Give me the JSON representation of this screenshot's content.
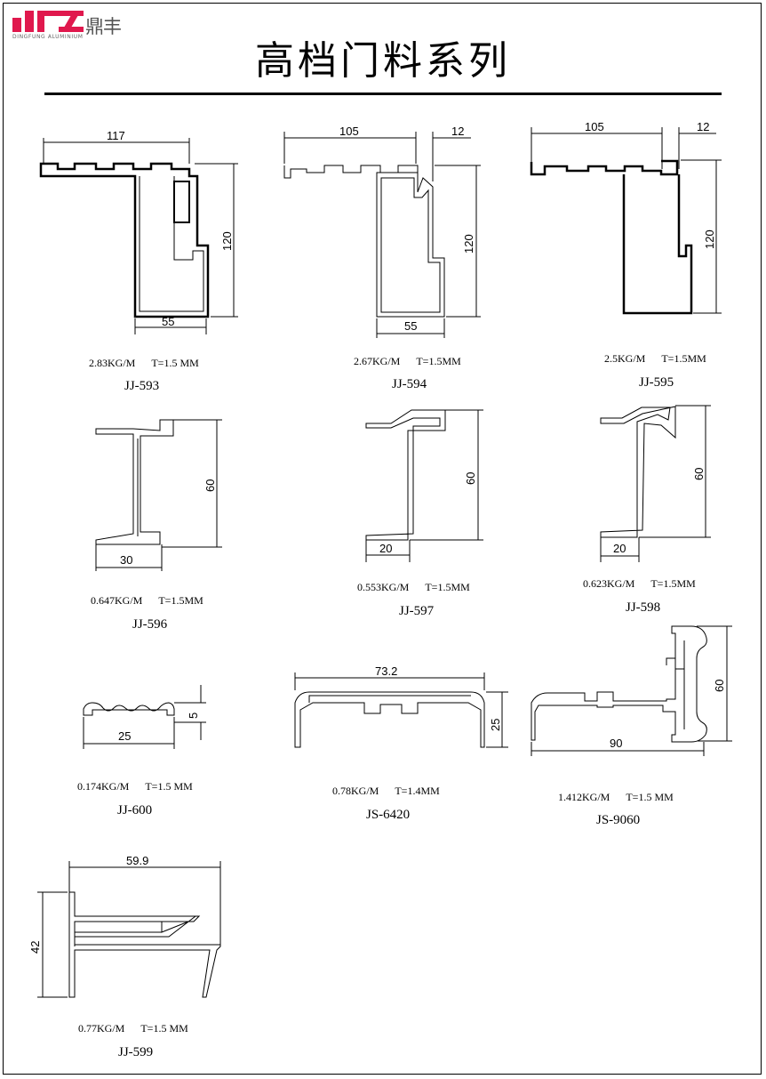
{
  "header": {
    "logo_text": "dFZ",
    "logo_cn": "鼎丰",
    "logo_sub": "DINGFUNG ALUMINIUM",
    "title": "高档门料系列",
    "brand_color": "#e0184d"
  },
  "profiles": [
    {
      "code": "JJ-593",
      "weight": "2.83KG/M",
      "thickness": "T=1.5 MM",
      "dims": [
        "117",
        "120",
        "55"
      ]
    },
    {
      "code": "JJ-594",
      "weight": "2.67KG/M",
      "thickness": "T=1.5MM",
      "dims": [
        "105",
        "12",
        "120",
        "55"
      ]
    },
    {
      "code": "JJ-595",
      "weight": "2.5KG/M",
      "thickness": "T=1.5MM",
      "dims": [
        "105",
        "12",
        "120"
      ]
    },
    {
      "code": "JJ-596",
      "weight": "0.647KG/M",
      "thickness": "T=1.5MM",
      "dims": [
        "60",
        "30"
      ]
    },
    {
      "code": "JJ-597",
      "weight": "0.553KG/M",
      "thickness": "T=1.5MM",
      "dims": [
        "60",
        "20"
      ]
    },
    {
      "code": "JJ-598",
      "weight": "0.623KG/M",
      "thickness": "T=1.5MM",
      "dims": [
        "60",
        "20"
      ]
    },
    {
      "code": "JJ-600",
      "weight": "0.174KG/M",
      "thickness": "T=1.5 MM",
      "dims": [
        "5",
        "25"
      ]
    },
    {
      "code": "JS-6420",
      "weight": "0.78KG/M",
      "thickness": "T=1.4MM",
      "dims": [
        "73.2",
        "25"
      ]
    },
    {
      "code": "JS-9060",
      "weight": "1.412KG/M",
      "thickness": "T=1.5 MM",
      "dims": [
        "60",
        "90"
      ]
    },
    {
      "code": "JJ-599",
      "weight": "0.77KG/M",
      "thickness": "T=1.5 MM",
      "dims": [
        "59.9",
        "42"
      ]
    }
  ]
}
